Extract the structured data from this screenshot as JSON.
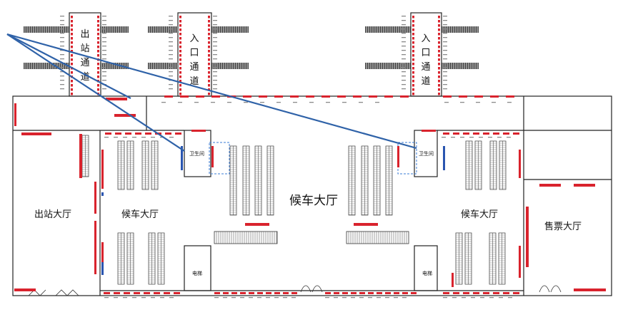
{
  "labels": {
    "exit_passage": "出站通道",
    "entrance_passage": "入口通道",
    "entrance_passage_2": "入口通道",
    "main_waiting_hall": "候车大厅",
    "left_waiting_hall": "候车大厅",
    "right_waiting_hall": "候车大厅",
    "exit_hall": "出站大厅",
    "ticket_hall": "售票大厅",
    "restroom_left": "卫生间",
    "restroom_right": "卫生间",
    "elevator_left": "电梯",
    "elevator_right": "电梯"
  },
  "colors": {
    "marker_red": "#d9232d",
    "marker_blue": "#2a55b0",
    "pointer_line": "#2f62a8",
    "wall": "#222222",
    "dashed_zone": "#3a7bd5"
  }
}
